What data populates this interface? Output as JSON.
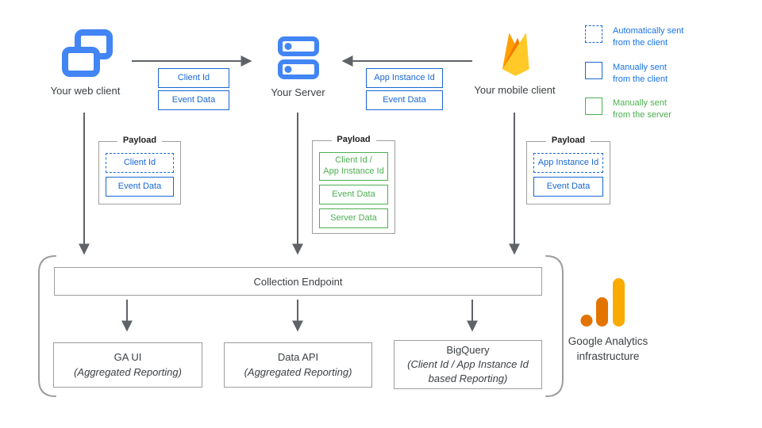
{
  "legend": {
    "items": [
      {
        "label": "Automatically sent\nfrom the client",
        "style": "dashed-blue"
      },
      {
        "label": "Manually sent\nfrom the client",
        "style": "solid-blue"
      },
      {
        "label": "Manually sent\nfrom the server",
        "style": "solid-green"
      }
    ]
  },
  "nodes": {
    "web_client": {
      "label": "Your web client",
      "icon": "browser-windows-icon"
    },
    "server": {
      "label": "Your Server",
      "icon": "server-stack-icon"
    },
    "mobile_client": {
      "label": "Your mobile client",
      "icon": "firebase-icon"
    }
  },
  "flows": {
    "web_to_server": {
      "items": [
        {
          "label": "Client Id"
        },
        {
          "label": "Event Data"
        }
      ]
    },
    "mobile_to_server": {
      "items": [
        {
          "label": "App Instance Id"
        },
        {
          "label": "Event Data"
        }
      ]
    }
  },
  "payloads": {
    "web": {
      "title": "Payload",
      "items": [
        {
          "label": "Client Id",
          "style": "dashed-blue"
        },
        {
          "label": "Event Data",
          "style": "solid-blue"
        }
      ]
    },
    "server": {
      "title": "Payload",
      "items": [
        {
          "label": "Client Id /\nApp Instance Id",
          "style": "solid-green"
        },
        {
          "label": "Event Data",
          "style": "solid-green"
        },
        {
          "label": "Server Data",
          "style": "solid-green"
        }
      ]
    },
    "mobile": {
      "title": "Payload",
      "items": [
        {
          "label": "App Instance Id",
          "style": "dashed-blue"
        },
        {
          "label": "Event Data",
          "style": "solid-blue"
        }
      ]
    }
  },
  "infrastructure": {
    "endpoint_label": "Collection Endpoint",
    "outputs": [
      {
        "title": "GA UI",
        "subtitle": "(Aggregated Reporting)"
      },
      {
        "title": "Data API",
        "subtitle": "(Aggregated Reporting)"
      },
      {
        "title": "BigQuery",
        "subtitle": "(Client Id / App Instance Id\nbased Reporting)"
      }
    ],
    "caption": "Google Analytics\ninfrastructure",
    "logo_icon": "google-analytics-icon"
  },
  "colors": {
    "blue_border": "#1967d2",
    "legend_blue": "#1a73e8",
    "green": "#4caf50",
    "icon_blue": "#4285f4",
    "arrow_gray": "#5f6368",
    "border_gray": "#9e9e9e",
    "text_dark": "#3c4043",
    "firebase_amber": "#ffa000",
    "firebase_orange": "#f57c00",
    "firebase_light": "#ffca28",
    "ga_orange": "#e37400",
    "ga_yellow": "#f9ab00"
  }
}
